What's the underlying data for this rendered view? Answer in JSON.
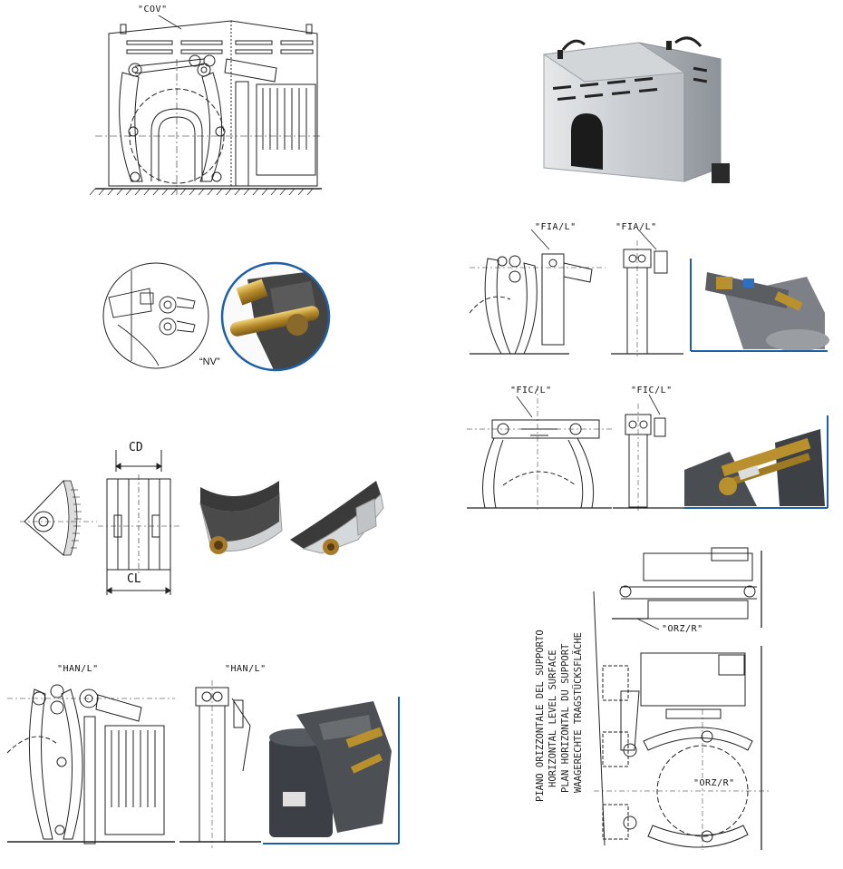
{
  "labels": {
    "cov": "\"COV\"",
    "nv": "“NV”",
    "fia_left": "\"FIA/L\"",
    "fia_right": "\"FIA/L\"",
    "fic_left": "\"FIC/L\"",
    "fic_right": "\"FIC/L\"",
    "han_left": "\"HAN/L\"",
    "han_right": "\"HAN/L\"",
    "orz_top": "\"ORZ/R\"",
    "orz_mid": "\"ORZ/R\"",
    "cd": "CD",
    "cl": "CL"
  },
  "surface_text": [
    "PIANO ORIZZONTALE DEL SUPPORTO",
    "HORIZONTAL LEVEL SURFACE",
    "PLAN HORIZONTAL DU SUPPORT",
    "WAAGERECHTE TRAGSTÜCKSFLÄCHE"
  ],
  "colors": {
    "photo_frame": "#1f5fa8",
    "metal": "#c9cdd0",
    "dark": "#2d2d2d"
  }
}
